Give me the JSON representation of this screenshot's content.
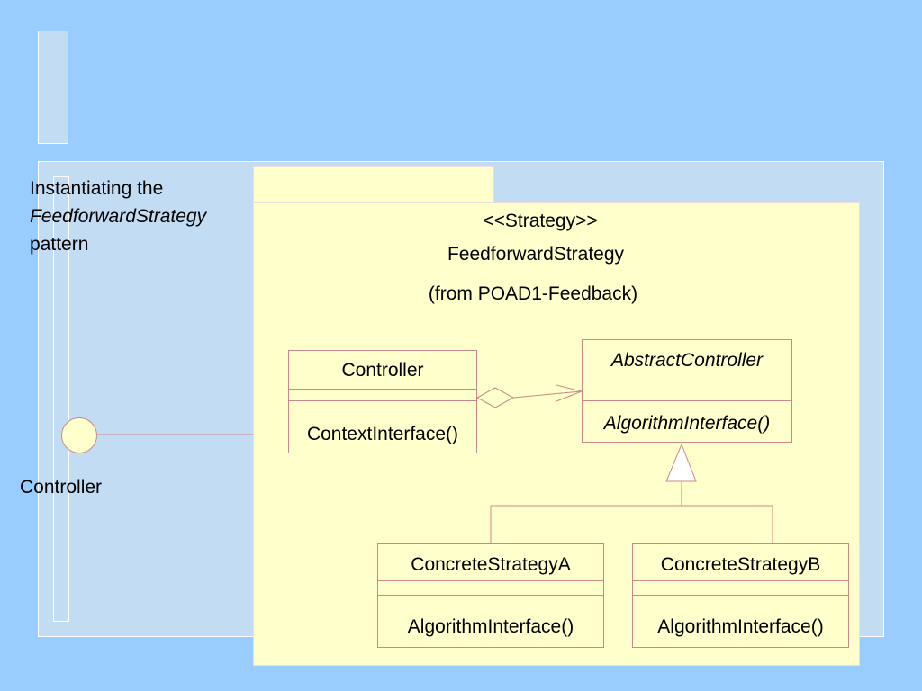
{
  "slide": {
    "title": {
      "line1": "Instantiating the",
      "line2": "FeedforwardStrategy",
      "line3": "pattern"
    }
  },
  "package": {
    "stereotype": "<<Strategy>>",
    "name": "FeedforwardStrategy",
    "from": "(from POAD1-Feedback)"
  },
  "classes": {
    "controller": {
      "name": "Controller",
      "operation": "ContextInterface()"
    },
    "abstract_controller": {
      "name": "AbstractController",
      "operation": "AlgorithmInterface()"
    },
    "concrete_a": {
      "name": "ConcreteStrategyA",
      "operation": "AlgorithmInterface()"
    },
    "concrete_b": {
      "name": "ConcreteStrategyB",
      "operation": "AlgorithmInterface()"
    }
  },
  "interface": {
    "label": "Controller"
  },
  "colors": {
    "background": "#99ccff",
    "panel": "#c2dcf3",
    "package_fill": "#ffffcc",
    "uml_border": "#cc8888"
  }
}
